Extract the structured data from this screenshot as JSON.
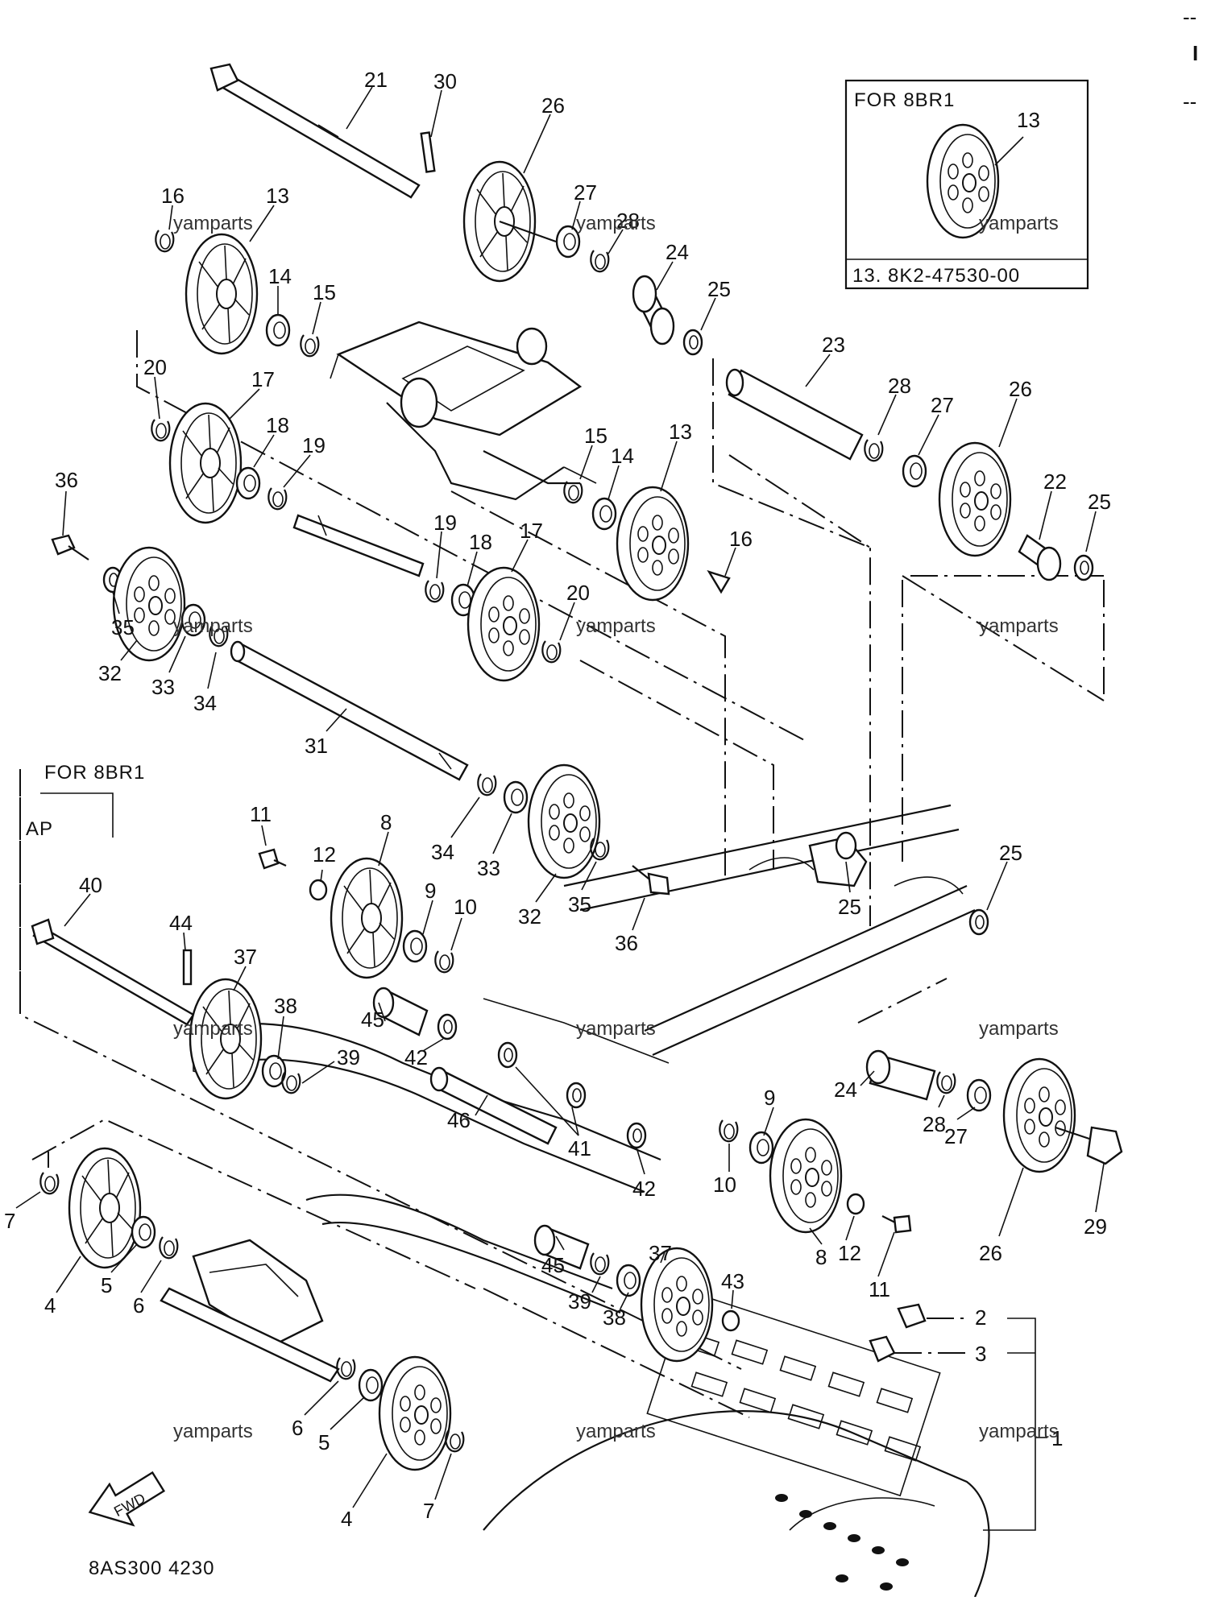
{
  "diagram": {
    "callouts": {
      "n21": "21",
      "n30": "30",
      "n26a": "26",
      "n27a": "27",
      "n28a": "28",
      "n24a": "24",
      "n25a": "25",
      "n16a": "16",
      "n13a": "13",
      "n14a": "14",
      "n15a": "15",
      "n20a": "20",
      "n17a": "17",
      "n18a": "18",
      "n19a": "19",
      "n15b": "15",
      "n14b": "14",
      "n13b": "13",
      "n16b": "16",
      "n19b": "19",
      "n18b": "18",
      "n17b": "17",
      "n20b": "20",
      "n23": "23",
      "n28b": "28",
      "n27b": "27",
      "n26b": "26",
      "n22": "22",
      "n25b": "25",
      "n36a": "36",
      "n35a": "35",
      "n32a": "32",
      "n33a": "33",
      "n34a": "34",
      "n31": "31",
      "n11a": "11",
      "n12a": "12",
      "n8a": "8",
      "n34b": "34",
      "n33b": "33",
      "n32b": "32",
      "n35b": "35",
      "n36b": "36",
      "n9a": "9",
      "n10a": "10",
      "n25c": "25",
      "n25d": "25",
      "n40": "40",
      "n44": "44",
      "n37a": "37",
      "n38a": "38",
      "n39a": "39",
      "n45a": "45",
      "n42a": "42",
      "n46": "46",
      "n41": "41",
      "n42b": "42",
      "n24b": "24",
      "n9b": "9",
      "n28c": "28",
      "n27c": "27",
      "n10b": "10",
      "n8b": "8",
      "n12b": "12",
      "n11b": "11",
      "n26c": "26",
      "n29": "29",
      "n45b": "45",
      "n39b": "39",
      "n38b": "38",
      "n37b": "37",
      "n43": "43",
      "n7a": "7",
      "n4a": "4",
      "n5a": "5",
      "n6a": "6",
      "n6b": "6",
      "n5b": "5",
      "n4b": "4",
      "n7b": "7",
      "n2": "2",
      "n3": "3",
      "n1": "1",
      "n13c": "13"
    },
    "inset_title": "FOR 8BR1",
    "inset_part_note": "13. 8K2-47530-00",
    "left_group_title": "FOR 8BR1",
    "left_group_sub": "AP",
    "direction_arrow_label": "FWD",
    "diagram_code": "8AS300 4230",
    "watermarks": [
      "yamparts",
      "yamparts",
      "yamparts",
      "yamparts",
      "yamparts",
      "yamparts",
      "yamparts",
      "yamparts",
      "yamparts",
      "yamparts",
      "yamparts",
      "yamparts"
    ],
    "corner_marks": [
      "--",
      "I",
      "--"
    ]
  }
}
